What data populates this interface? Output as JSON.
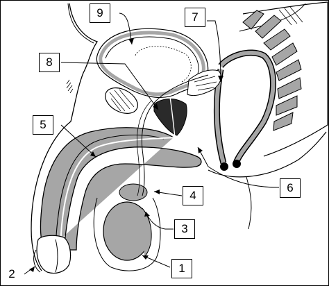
{
  "labels": [
    "1",
    "2",
    "3",
    "4",
    "5",
    "6",
    "7",
    "8",
    "9"
  ],
  "colors": {
    "tissue": "#a6a6a6",
    "dark": "#2a2a2a",
    "line": "#000000",
    "background": "#ffffff"
  }
}
